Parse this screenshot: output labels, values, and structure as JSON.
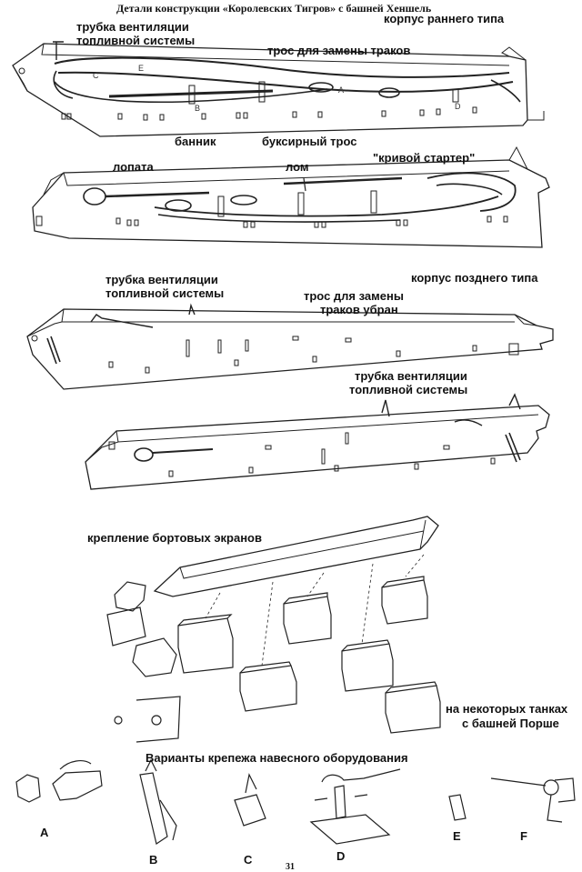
{
  "header": {
    "title": "Детали конструкции «Королевских Тигров» с башней Хеншель"
  },
  "section_early": {
    "hull_label": "корпус раннего типа",
    "fuel_vent_label_1": "трубка вентиляции",
    "fuel_vent_label_2": "топливной  системы",
    "track_cable_label": "трос для замены траков",
    "rammer_label": "банник",
    "tow_cable_label": "буксирный трос",
    "shovel_label": "лопата",
    "crowbar_label": "лом",
    "starter_label": "\"кривой стартер\"",
    "letters": [
      "A",
      "B",
      "C",
      "D",
      "E"
    ]
  },
  "section_late": {
    "hull_label": "корпус позднего типа",
    "fuel_vent_label_1": "трубка вентиляции",
    "fuel_vent_label_2": "топливной  системы",
    "track_cable_removed_1": "трос для замены",
    "track_cable_removed_2": "траков убран",
    "fuel_vent2_label_1": "трубка вентиляции",
    "fuel_vent2_label_2": "топливной  системы"
  },
  "section_skirts": {
    "title": "крепление бортовых экранов",
    "porsche_note_1": "на некоторых танках",
    "porsche_note_2": "с башней Порше"
  },
  "section_variants": {
    "title": "Варианты крепежа навесного оборудования",
    "labels": [
      "A",
      "B",
      "C",
      "D",
      "E",
      "F"
    ]
  },
  "footer": {
    "page_number": "31"
  }
}
